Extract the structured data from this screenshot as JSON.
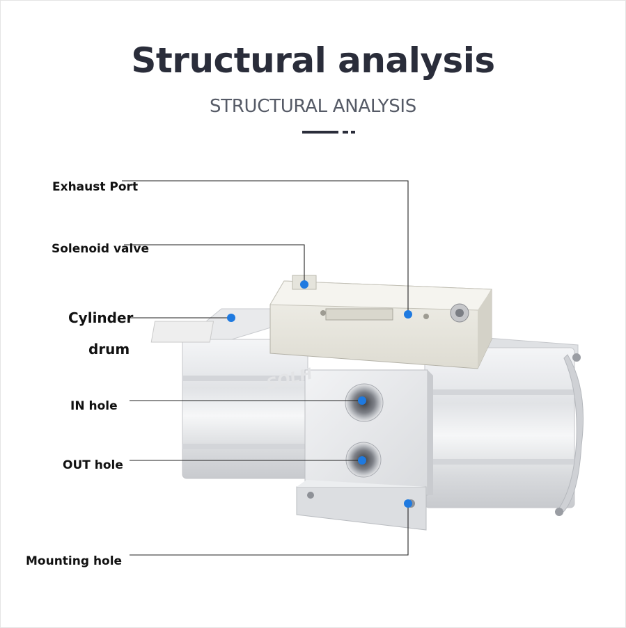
{
  "header": {
    "title": "Structural analysis",
    "subtitle": "STRUCTURAL ANALYSIS"
  },
  "labels": {
    "exhaust_port": "Exhaust Port",
    "solenoid_valve": "Solenoid valve",
    "cylinder_drum_line1": "Cylinder",
    "cylinder_drum_line2": "drum",
    "in_hole": "IN hole",
    "out_hole": "OUT hole",
    "mounting_hole": "Mounting hole"
  },
  "watermark": "SOLH",
  "colors": {
    "accent_dot": "#1f7ae0",
    "title": "#2a2d3a",
    "body_metal": "#dfe1e4",
    "valve_housing": "#ecebe3"
  }
}
